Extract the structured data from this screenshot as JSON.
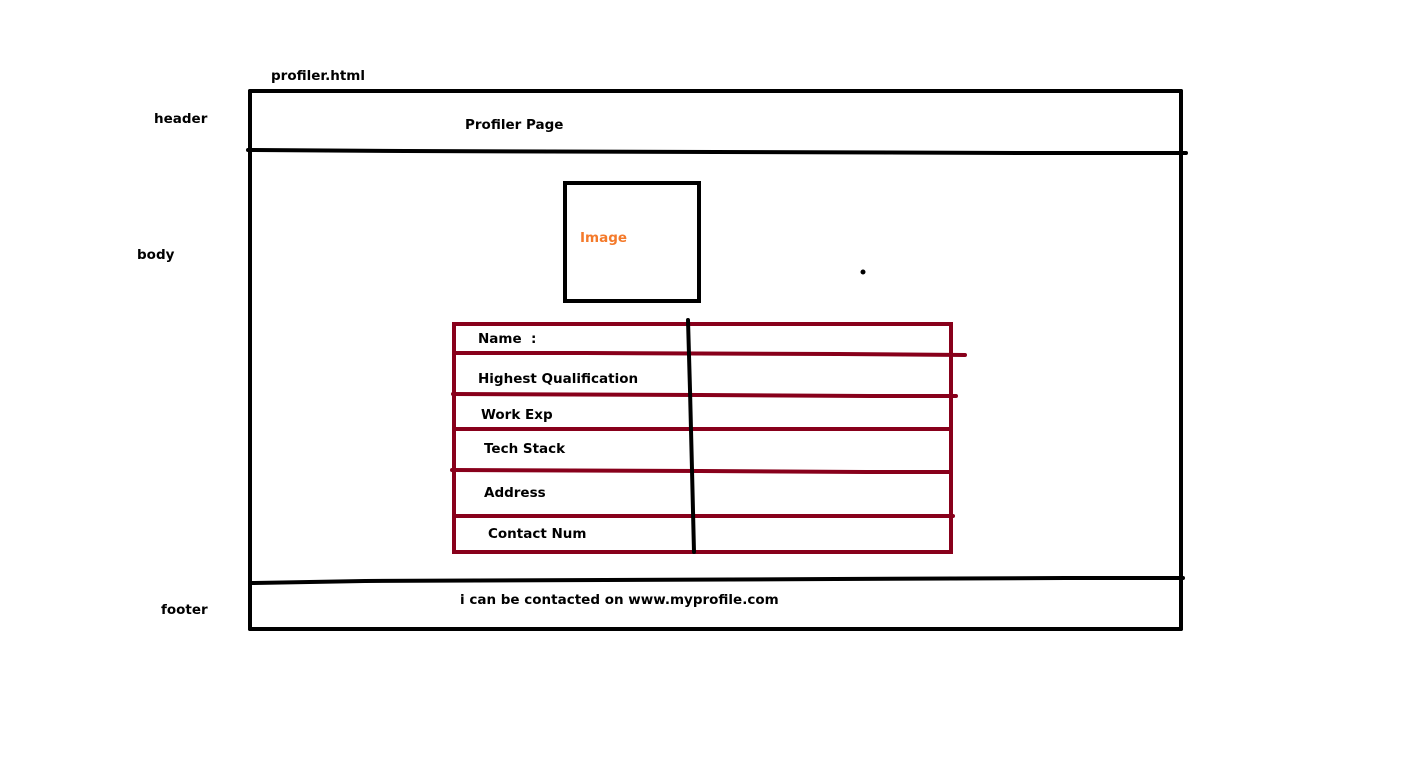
{
  "file_name": "profiler.html",
  "section_labels": {
    "header": "header",
    "body": "body",
    "footer": "footer"
  },
  "header": {
    "title": "Profiler Page"
  },
  "image_placeholder": {
    "label": "Image"
  },
  "profile_table": {
    "rows": [
      {
        "label": "Name  :"
      },
      {
        "label": "Highest Qualification"
      },
      {
        "label": "Work Exp"
      },
      {
        "label": "Tech Stack"
      },
      {
        "label": "Address"
      },
      {
        "label": "Contact Num"
      }
    ]
  },
  "footer": {
    "text": "i can be contacted on www.myprofile.com"
  },
  "colors": {
    "frame": "#000000",
    "table_border": "#88001b",
    "image_label": "#f47a2b"
  }
}
